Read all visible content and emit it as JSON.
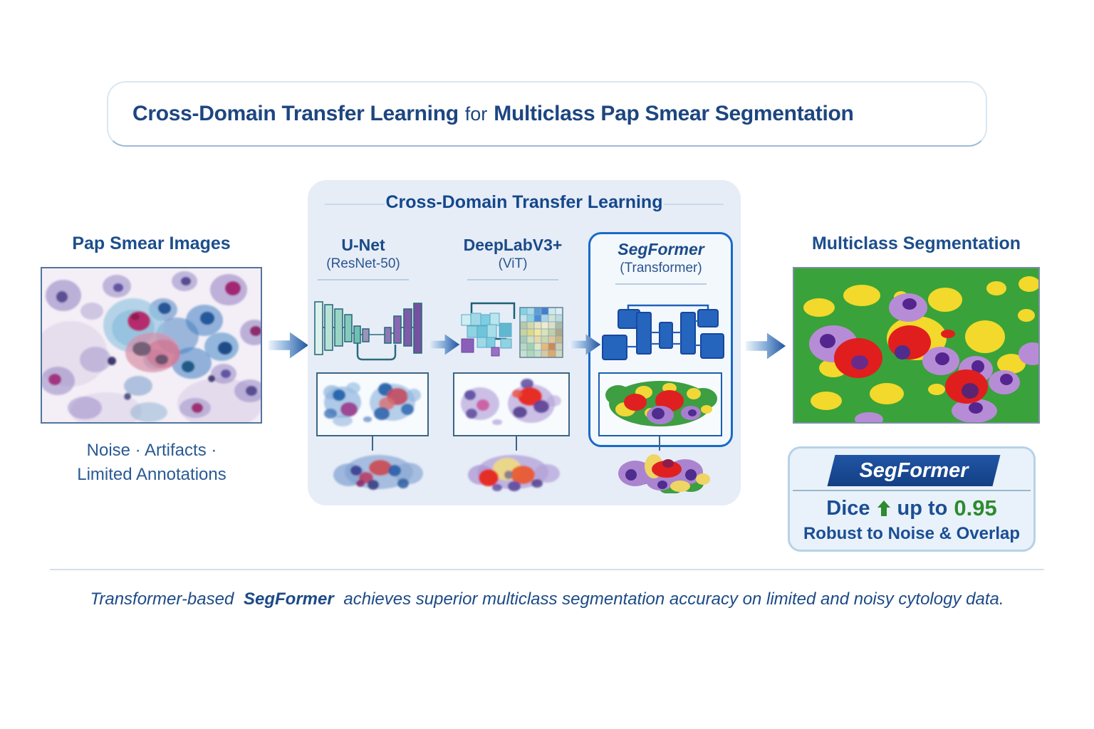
{
  "title": {
    "bold1": "Cross-Domain Transfer Learning",
    "connector": "for",
    "bold2": "Multiclass Pap Smear Segmentation"
  },
  "left": {
    "heading": "Pap Smear Images",
    "caption_line1": "Noise · Artifacts ·",
    "caption_line2": "Limited Annotations"
  },
  "panel": {
    "header": "Cross-Domain Transfer Learning",
    "models": [
      {
        "name": "U-Net",
        "backbone": "(ResNet-50)"
      },
      {
        "name": "DeepLabV3+",
        "backbone": "(ViT)"
      },
      {
        "name": "SegFormer",
        "backbone": "(Transformer)"
      }
    ]
  },
  "right": {
    "heading": "Multiclass Segmentation"
  },
  "badge": {
    "model": "SegFormer",
    "dice_label": "Dice",
    "up_to": "up to",
    "value": "0.95",
    "robust": "Robust to Noise & Overlap"
  },
  "footer": {
    "pre": "Transformer-based",
    "bold": "SegFormer",
    "post": "achieves superior multiclass segmentation accuracy on limited and noisy cytology data."
  },
  "icons": {
    "flow_arrow": "→",
    "dice_up_arrow": "↑"
  },
  "colors": {
    "navy_text": "#1c4e8c",
    "highlight_border": "#1a6ac8",
    "panel_bg": "#e6edf7",
    "badge_bg": "#e9f2fa",
    "ribbon_blue": "#1b4f9e",
    "metric_green": "#2e8b2f",
    "seg_green": "#3aa23a",
    "seg_yellow": "#f2d92b",
    "seg_purple": "#b78cd6",
    "seg_red": "#e01e1e"
  }
}
